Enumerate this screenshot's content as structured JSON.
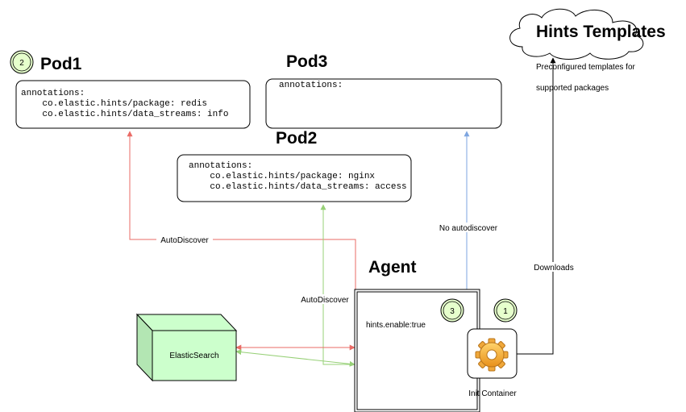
{
  "pods": {
    "pod1": {
      "title": "Pod1",
      "badge": "2",
      "lines": [
        "annotations:",
        "    co.elastic.hints/package: redis",
        "    co.elastic.hints/data_streams: info"
      ]
    },
    "pod2": {
      "title": "Pod2",
      "lines": [
        "annotations:",
        "    co.elastic.hints/package: nginx",
        "    co.elastic.hints/data_streams: access"
      ]
    },
    "pod3": {
      "title": "Pod3",
      "lines": [
        "annotations:"
      ]
    }
  },
  "hints": {
    "title": "Hints Templates",
    "desc_line1": "Preconfigured templates for",
    "desc_line2": "supported packages"
  },
  "agent": {
    "title": "Agent",
    "config": "hints.enable:true",
    "badge": "3"
  },
  "init": {
    "label": "Init Container",
    "badge": "1"
  },
  "elastic": {
    "label": "ElasticSearch"
  },
  "edges": {
    "autodiscover_pod1": "AutoDiscover",
    "autodiscover_pod2": "AutoDiscover",
    "no_autodiscover": "No autodiscover",
    "downloads": "Downloads"
  },
  "colors": {
    "red": "#EA6B66",
    "green": "#97D077",
    "blue": "#7EA6E0",
    "badge_fill": "#E6FFCC",
    "elastic_front": "#CCFFCC",
    "elastic_side": "#B3E6B3",
    "gear": "#F5A623"
  }
}
